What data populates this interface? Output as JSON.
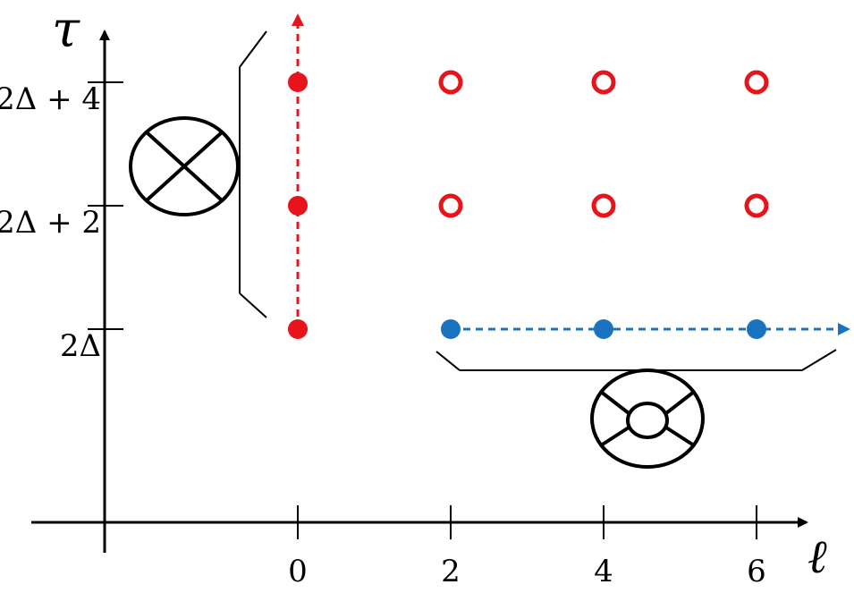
{
  "chart_data": {
    "type": "scatter",
    "x_axis": {
      "label": "ℓ",
      "ticks": [
        {
          "value": 0,
          "label": "0"
        },
        {
          "value": 2,
          "label": "2"
        },
        {
          "value": 4,
          "label": "4"
        },
        {
          "value": 6,
          "label": "6"
        }
      ]
    },
    "y_axis": {
      "label": "τ",
      "ticks": [
        {
          "value": 0,
          "label": "2Δ"
        },
        {
          "value": 2,
          "label": "2Δ + 2"
        },
        {
          "value": 4,
          "label": "2Δ + 4"
        }
      ]
    },
    "series": [
      {
        "color": "#e8141b",
        "marker": "filled-circle",
        "points": [
          {
            "x": 0,
            "y": 0
          },
          {
            "x": 0,
            "y": 2
          },
          {
            "x": 0,
            "y": 4
          }
        ],
        "arrow": {
          "direction": "up",
          "style": "dashed"
        }
      },
      {
        "color": "#e8141b",
        "marker": "open-circle",
        "points": [
          {
            "x": 2,
            "y": 2
          },
          {
            "x": 4,
            "y": 2
          },
          {
            "x": 6,
            "y": 2
          },
          {
            "x": 2,
            "y": 4
          },
          {
            "x": 4,
            "y": 4
          },
          {
            "x": 6,
            "y": 4
          }
        ]
      },
      {
        "color": "#1a73c1",
        "marker": "filled-circle",
        "points": [
          {
            "x": 2,
            "y": 0
          },
          {
            "x": 4,
            "y": 0
          },
          {
            "x": 6,
            "y": 0
          }
        ],
        "arrow": {
          "direction": "right",
          "style": "dashed"
        }
      }
    ],
    "annotations": [
      {
        "kind": "bracket",
        "groups": "x=0 column",
        "icon": "crossed-circle-icon"
      },
      {
        "kind": "bracket",
        "groups": "y=0 row",
        "icon": "ring-with-inner-loop-icon"
      }
    ],
    "grid": false,
    "legend": "none"
  }
}
